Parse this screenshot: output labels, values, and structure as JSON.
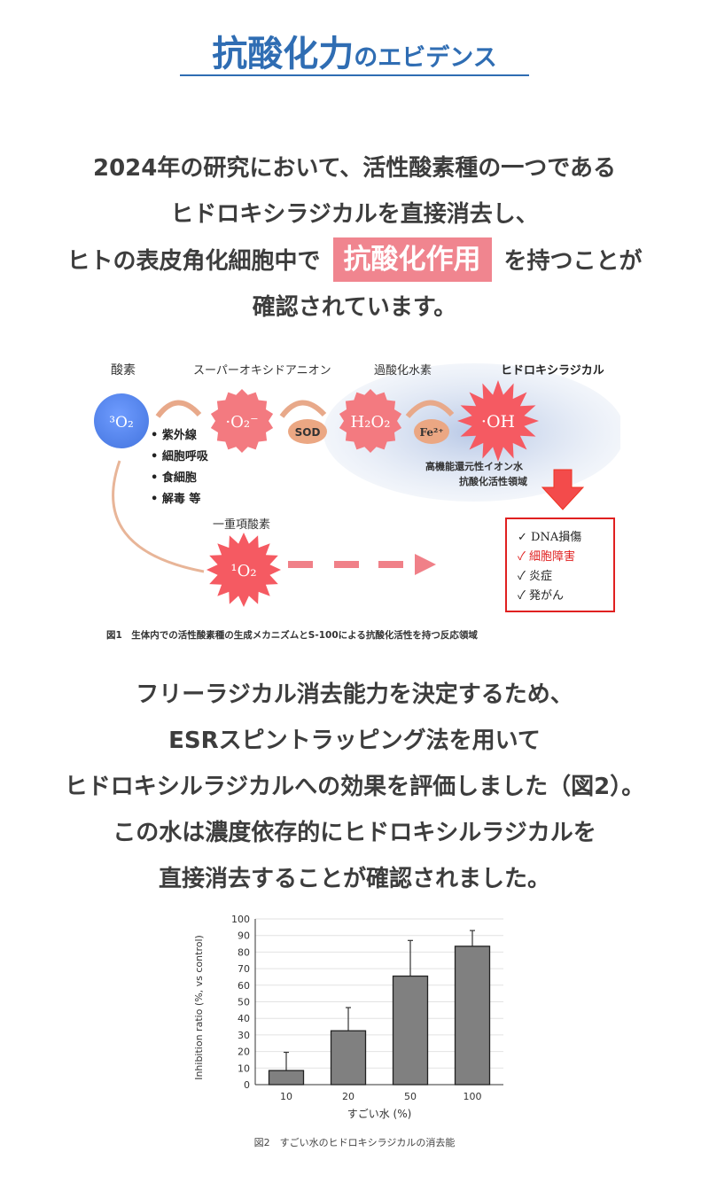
{
  "title": {
    "main": "抗酸化力",
    "sub": "のエビデンス"
  },
  "intro": {
    "line1": "2024年の研究において、活性酸素種の一つである",
    "line2": "ヒドロキシラジカルを直接消去し、",
    "line3_pre": "ヒトの表皮角化細胞中で",
    "line3_highlight": "抗酸化作用",
    "line3_post": "を持つことが",
    "line4": "確認されています。"
  },
  "figure1": {
    "labels": {
      "oxygen": "酸素",
      "superoxide": "スーパーオキシドアニオン",
      "h2o2": "過酸化水素",
      "hydroxyl": "ヒドロキシラジカル",
      "singlet": "一重項酸素"
    },
    "molecules": {
      "o2": "³O₂",
      "o2_minus": "·O₂⁻",
      "h2o2": "H₂O₂",
      "oh": "·OH",
      "singlet": "¹O₂"
    },
    "catalysts": {
      "sod": "SOD",
      "fe": "Fe²⁺"
    },
    "causes": [
      "• 紫外線",
      "• 細胞呼吸",
      "• 食細胞",
      "• 解毒 等"
    ],
    "region_label_1": "高機能還元性イオン水",
    "region_label_2": "抗酸化活性領域",
    "effects": [
      "✓ DNA損傷",
      "✓ 細胞障害",
      "✓ 炎症",
      "✓ 発がん"
    ],
    "caption": "図1　生体内での活性酸素種の生成メカニズムとS-100による抗酸化活性を持つ反応領域"
  },
  "body": {
    "line1": "フリーラジカル消去能力を決定するため、",
    "line2": "ESRスピントラッピング法を用いて",
    "line3": "ヒドロキシルラジカルへの効果を評価しました（図2）。",
    "line4": "この水は濃度依存的にヒドロキシルラジカルを",
    "line5": "直接消去することが確認されました。"
  },
  "chart_data": {
    "type": "bar",
    "categories": [
      "10",
      "20",
      "50",
      "100"
    ],
    "values": [
      8.5,
      32.5,
      65.5,
      83.5
    ],
    "errors": [
      11,
      14,
      21.5,
      9.5
    ],
    "xlabel": "すごい水 (%)",
    "ylabel": "Inhibition ratio (%, vs control)",
    "ylim": [
      0,
      100
    ],
    "yticks": [
      0,
      10,
      20,
      30,
      40,
      50,
      60,
      70,
      80,
      90,
      100
    ],
    "grid": true,
    "caption": "図2　すごい水のヒドロキシラジカルの消去能",
    "bar_color": "#808080"
  }
}
